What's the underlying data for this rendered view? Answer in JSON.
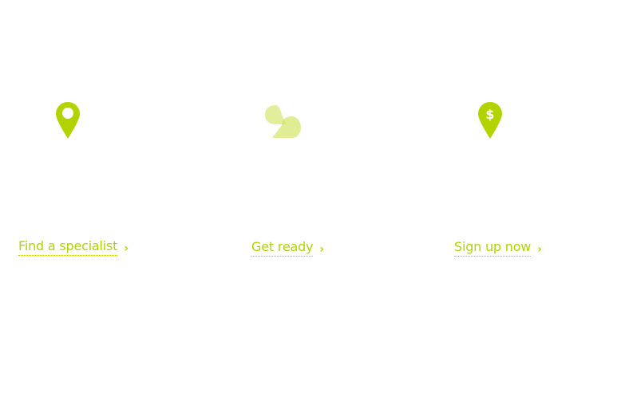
{
  "accent_color": "#b3d300",
  "columns": [
    {
      "icon": "map-pin-icon",
      "link_label": "Find a specialist",
      "chevron": "›"
    },
    {
      "icon": "chat-bubbles-icon",
      "link_label": "Get ready",
      "chevron": "›"
    },
    {
      "icon": "dollar-pin-icon",
      "link_label": "Sign up now",
      "chevron": "›"
    }
  ]
}
